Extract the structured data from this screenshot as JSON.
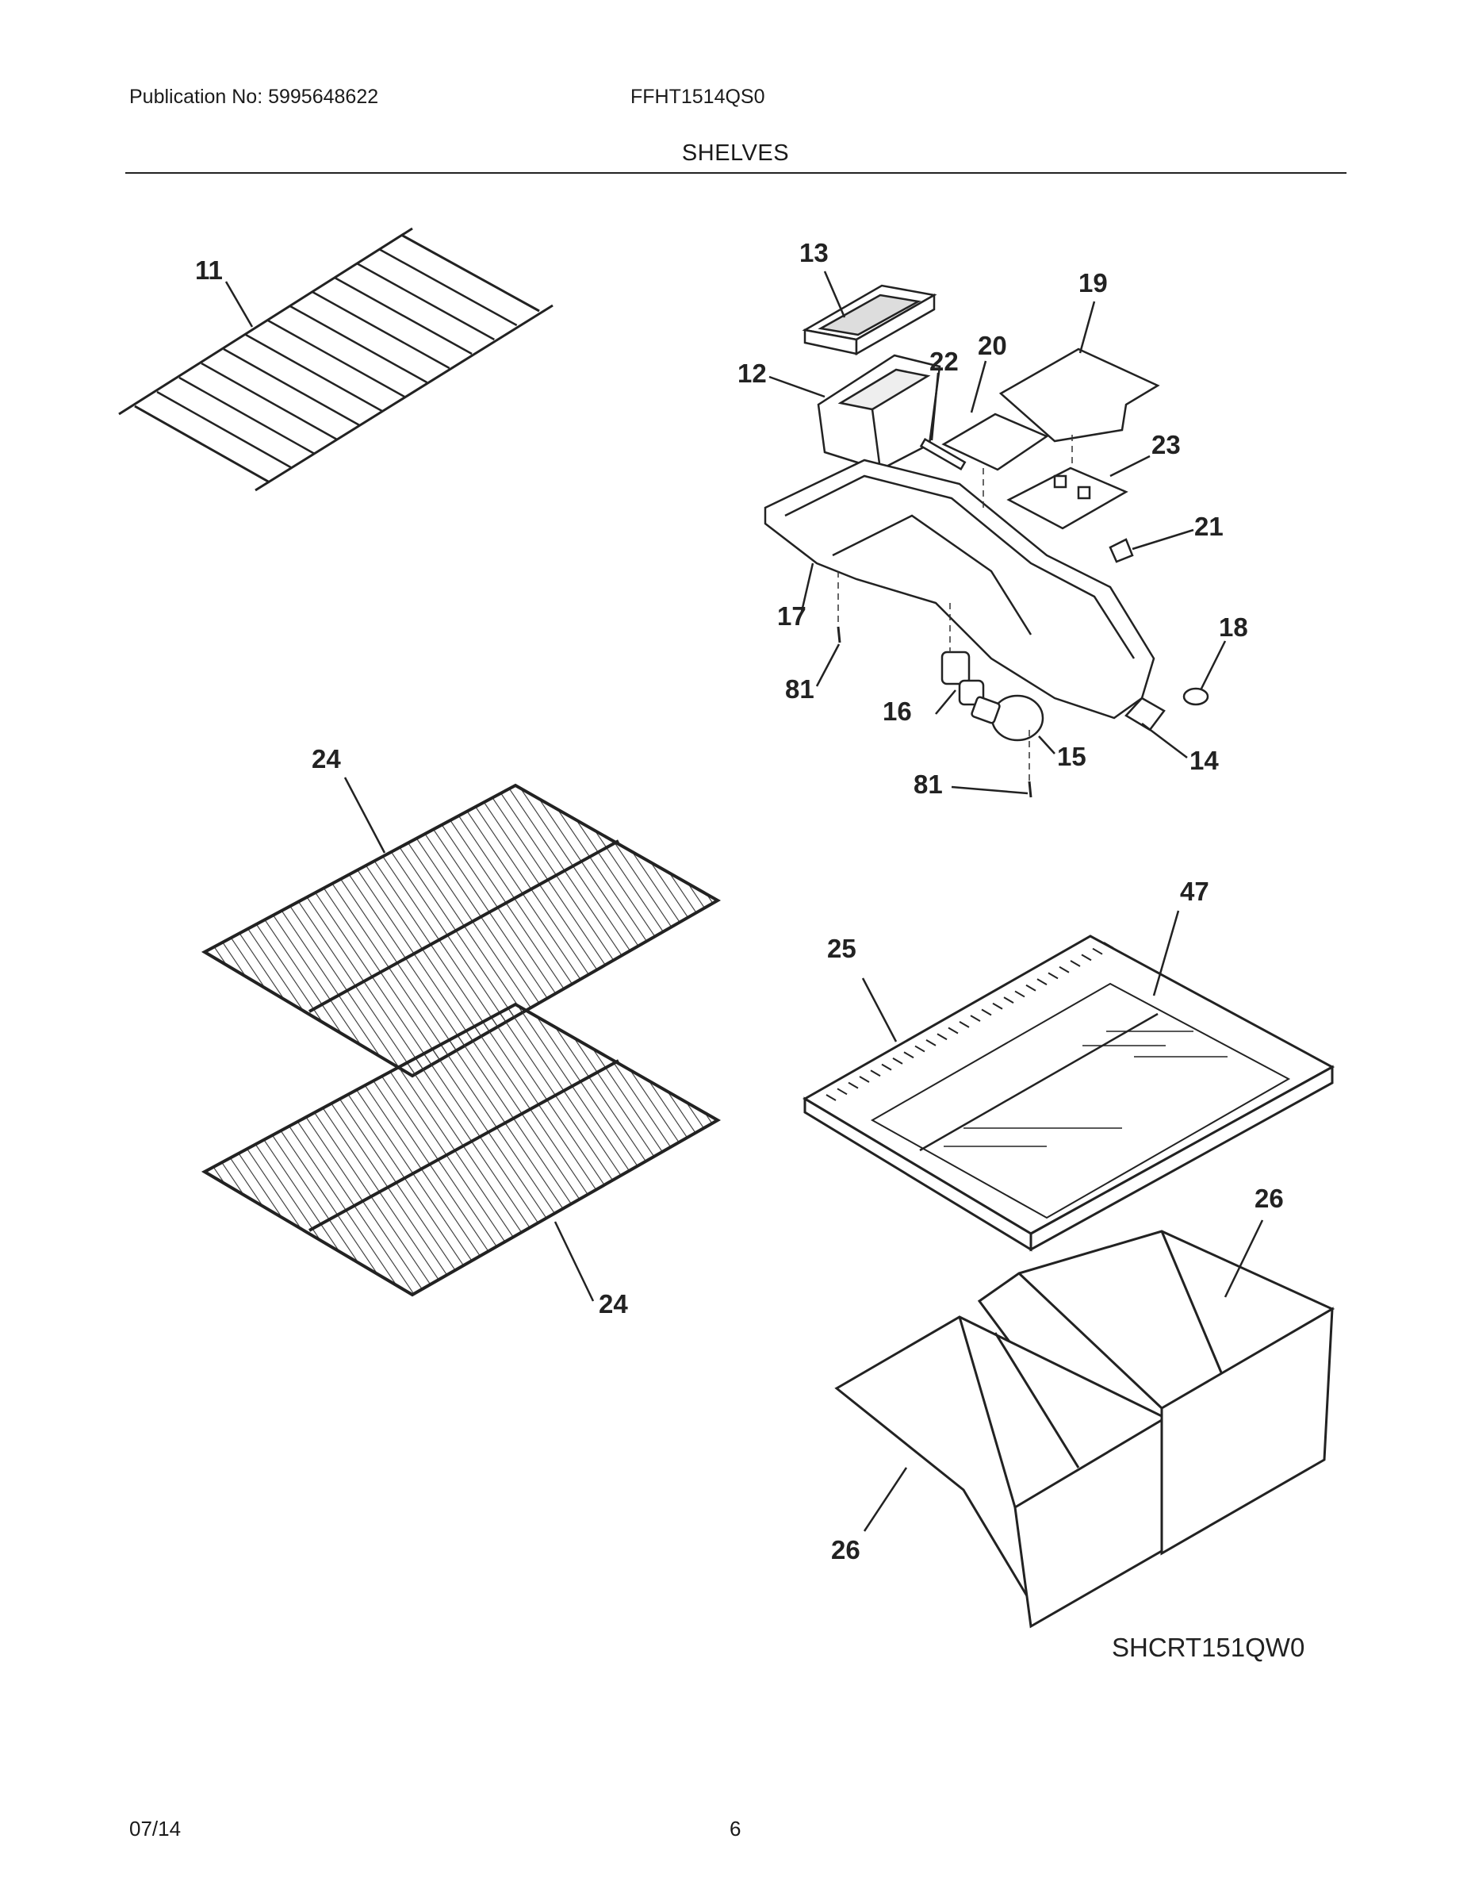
{
  "header": {
    "publication": "Publication No: 5995648622",
    "model": "FFHT1514QS0",
    "section_title": "SHELVES"
  },
  "callouts": [
    {
      "id": "c-11",
      "label": "11"
    },
    {
      "id": "c-12",
      "label": "12"
    },
    {
      "id": "c-13",
      "label": "13"
    },
    {
      "id": "c-14",
      "label": "14"
    },
    {
      "id": "c-15",
      "label": "15"
    },
    {
      "id": "c-16",
      "label": "16"
    },
    {
      "id": "c-17",
      "label": "17"
    },
    {
      "id": "c-18",
      "label": "18"
    },
    {
      "id": "c-19",
      "label": "19"
    },
    {
      "id": "c-20",
      "label": "20"
    },
    {
      "id": "c-21",
      "label": "21"
    },
    {
      "id": "c-22",
      "label": "22"
    },
    {
      "id": "c-23",
      "label": "23"
    },
    {
      "id": "c-24a",
      "label": "24"
    },
    {
      "id": "c-24b",
      "label": "24"
    },
    {
      "id": "c-25",
      "label": "25"
    },
    {
      "id": "c-26a",
      "label": "26"
    },
    {
      "id": "c-26b",
      "label": "26"
    },
    {
      "id": "c-47",
      "label": "47"
    },
    {
      "id": "c-81a",
      "label": "81"
    },
    {
      "id": "c-81b",
      "label": "81"
    }
  ],
  "diagram_code": "SHCRT151QW0",
  "footer": {
    "date": "07/14",
    "page": "6"
  }
}
